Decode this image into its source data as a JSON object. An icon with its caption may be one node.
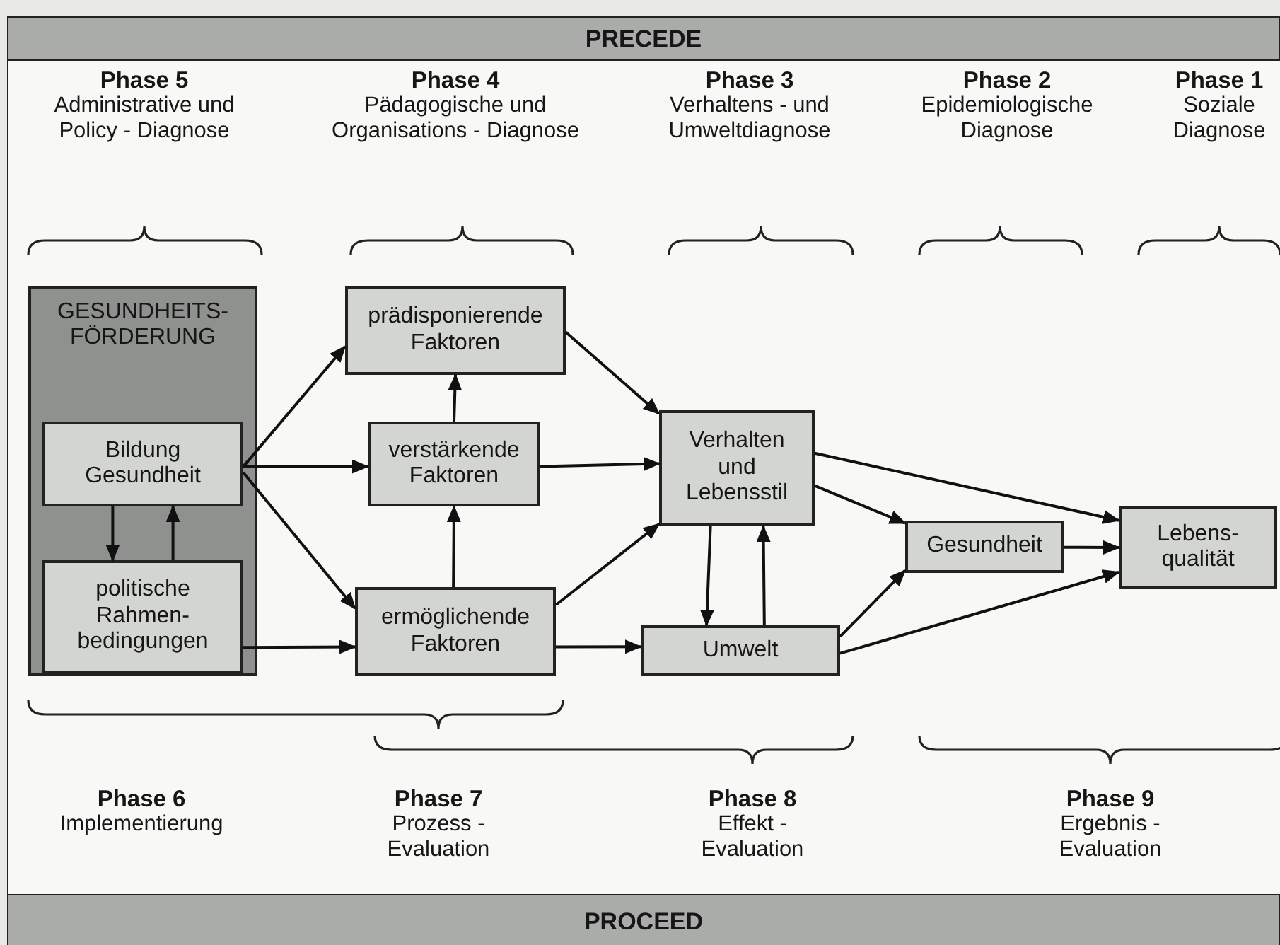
{
  "diagram": {
    "nodes": [
      {
        "text": [
          "PRECEDE"
        ]
      },
      {
        "text": [
          "GESUNDHEITS- FÖRDERUNG"
        ]
      },
      {
        "text": [
          "Bildung Gesundheit"
        ],
        "in": 1
      },
      {
        "text": [
          "politische Rahmen- bedingungen"
        ],
        "in": 1
      },
      {
        "text": [
          "prädisponierende Faktoren"
        ]
      },
      {
        "text": [
          "verstärkende Faktoren"
        ]
      },
      {
        "text": [
          "ermöglichende Faktoren"
        ]
      },
      {
        "text": [
          "Verhalten und Lebensstil"
        ]
      },
      {
        "text": [
          "Umwelt"
        ]
      },
      {
        "text": [
          "Gesundheit"
        ]
      },
      {
        "text": [
          "Lebens- qualität"
        ]
      },
      {
        "text": [
          "PROCEED"
        ]
      }
    ],
    "edges": [
      {
        "from": 2,
        "to": 4,
        "arrow": "to"
      },
      {
        "from": 2,
        "to": 5,
        "arrow": "to"
      },
      {
        "from": 2,
        "to": 6,
        "arrow": "to"
      },
      {
        "from": 2,
        "to": 3,
        "arrow": "to"
      },
      {
        "from": 3,
        "to": 2,
        "arrow": "to"
      },
      {
        "from": 3,
        "to": 6,
        "arrow": "to"
      },
      {
        "from": 5,
        "to": 4,
        "arrow": "to"
      },
      {
        "from": 6,
        "to": 5,
        "arrow": "to"
      },
      {
        "from": 4,
        "to": 7,
        "arrow": "to"
      },
      {
        "from": 5,
        "to": 7,
        "arrow": "to"
      },
      {
        "from": 6,
        "to": 7,
        "arrow": "to"
      },
      {
        "from": 6,
        "to": 8,
        "arrow": "to"
      },
      {
        "from": 7,
        "to": 8,
        "arrow": "to"
      },
      {
        "from": 8,
        "to": 7,
        "arrow": "to"
      },
      {
        "from": 7,
        "to": 10,
        "arrow": "to"
      },
      {
        "from": 7,
        "to": 9,
        "arrow": "to"
      },
      {
        "from": 9,
        "to": 10,
        "arrow": "to"
      },
      {
        "from": 8,
        "to": 9,
        "arrow": "to"
      },
      {
        "from": 8,
        "to": 10,
        "arrow": "to"
      }
    ],
    "labels": [
      "Phase 5",
      "Administrative und Policy - Diagnose",
      "Phase 4",
      "Pädagogische und Organisations - Diagnose",
      "Phase 3",
      "Verhaltens - und Umweltdiagnose",
      "Phase 2",
      "Epidemiologische Diagnose",
      "Phase 1",
      "Soziale Diagnose",
      "Phase 6",
      "Implementierung",
      "Phase 7",
      "Prozess - Evaluation",
      "Phase 8",
      "Effekt - Evaluation",
      "Phase 9",
      "Ergebnis - Evaluation"
    ]
  }
}
